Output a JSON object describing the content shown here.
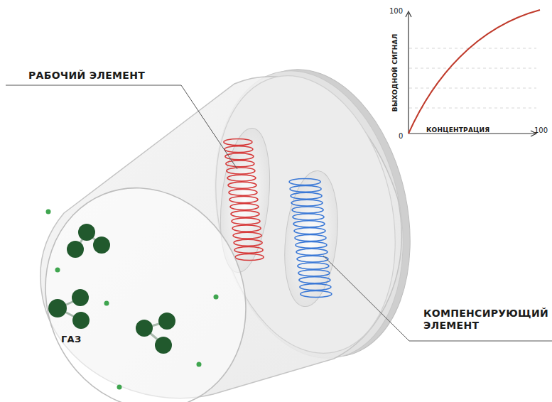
{
  "diagram": {
    "labels": [
      "РАБОЧИЙ ЭЛЕМЕНТ",
      "КОМПЕНСИРУЮЩИЙ ЭЛЕМЕНТ",
      "ГАЗ",
      "100",
      "ВЫХОДНОЙ СИГНАЛ",
      "0",
      "КОНЦЕНТРАЦИЯ",
      "100"
    ]
  }
}
